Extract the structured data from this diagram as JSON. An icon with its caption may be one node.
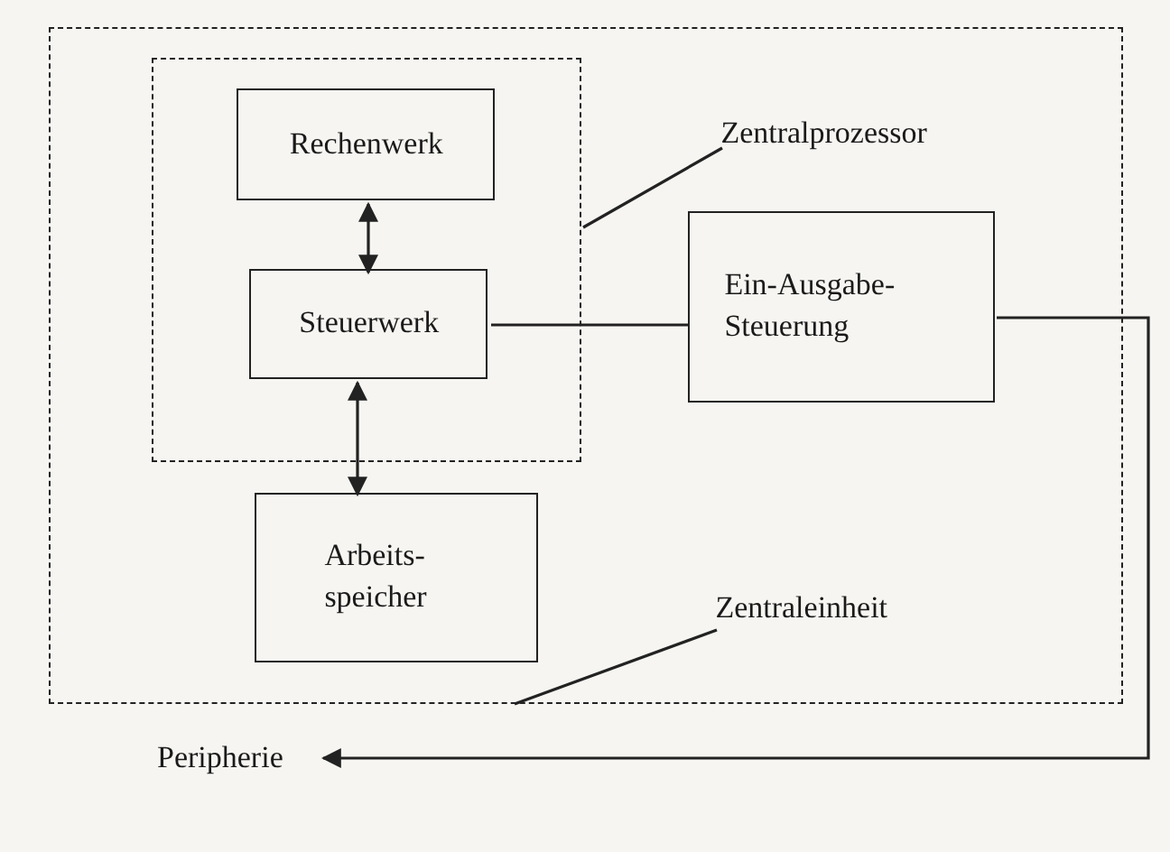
{
  "diagram": {
    "nodes": [
      {
        "text": [],
        "shape": "box"
      },
      {
        "text": [],
        "shape": "box",
        "in": 0
      },
      {
        "text": [
          "Rechenwerk"
        ],
        "in": 1
      },
      {
        "text": [
          "Steuerwerk"
        ],
        "in": 1
      },
      {
        "text": [
          "Arbeits- speicher"
        ],
        "in": 0
      },
      {
        "text": [
          "Ein-Ausgabe- Steuerung"
        ],
        "in": 0
      },
      {
        "text": [
          "Zentralprozessor"
        ],
        "in": 0
      },
      {
        "text": [
          "Zentraleinheit"
        ],
        "in": 0
      },
      {
        "text": [
          "Peripherie"
        ]
      }
    ],
    "edges": [
      {
        "from": 2,
        "to": 3,
        "arrow": "both"
      },
      {
        "from": 3,
        "to": 4,
        "arrow": "both"
      },
      {
        "from": 3,
        "to": 5,
        "arrow": "none"
      },
      {
        "from": 5,
        "to": 8,
        "arrow": "to"
      },
      {
        "from": 6,
        "to": 1,
        "arrow": "none"
      },
      {
        "from": 7,
        "to": 0,
        "arrow": "none"
      }
    ]
  }
}
